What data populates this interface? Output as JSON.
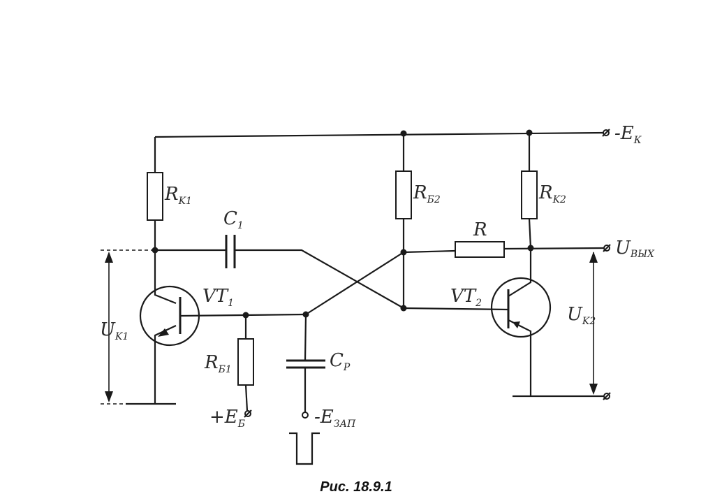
{
  "labels": {
    "ek_main": "-E",
    "ek_sub": "К",
    "rk1_main": "R",
    "rk1_sub": "K1",
    "rb2_main": "R",
    "rb2_sub": "Б2",
    "rk2_main": "R",
    "rk2_sub": "K2",
    "c1_main": "C",
    "c1_sub": "1",
    "r": "R",
    "uout_main": "U",
    "uout_sub": "ВЫХ",
    "vt1_main": "VT",
    "vt1_sub": "1",
    "vt2_main": "VT",
    "vt2_sub": "2",
    "uk1_main": "U",
    "uk1_sub": "K1",
    "uk2_main": "U",
    "uk2_sub": "K2",
    "rb1_main": "R",
    "rb1_sub": "Б1",
    "cp_main": "C",
    "cp_sub": "P",
    "eb_main": "+E",
    "eb_sub": "Б",
    "ezap_main": "-E",
    "ezap_sub": "ЗАП"
  },
  "caption": "Рис. 18.9.1"
}
